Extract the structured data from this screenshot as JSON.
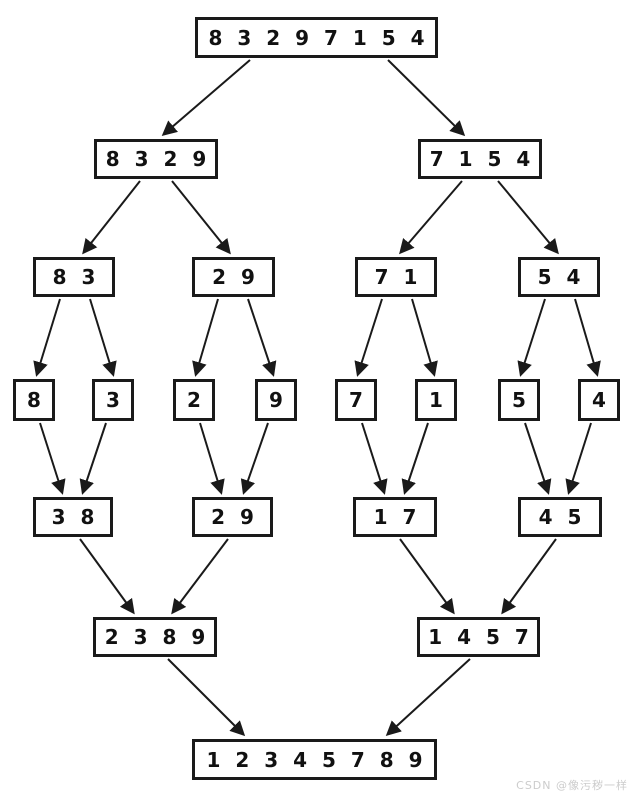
{
  "diagram": {
    "type": "merge-sort-tree",
    "nodes": [
      {
        "label": "8 3 2 9 7 1 5 4"
      },
      {
        "label": "8 3 2 9"
      },
      {
        "label": "7 1 5 4"
      },
      {
        "label": "8 3"
      },
      {
        "label": "2 9"
      },
      {
        "label": "7 1"
      },
      {
        "label": "5 4"
      },
      {
        "label": "8"
      },
      {
        "label": "3"
      },
      {
        "label": "2"
      },
      {
        "label": "9"
      },
      {
        "label": "7"
      },
      {
        "label": "1"
      },
      {
        "label": "5"
      },
      {
        "label": "4"
      },
      {
        "label": "3 8"
      },
      {
        "label": "2 9"
      },
      {
        "label": "1 7"
      },
      {
        "label": "4 5"
      },
      {
        "label": "2 3 8 9"
      },
      {
        "label": "1 4 5 7"
      },
      {
        "label": "1 2 3 4 5 7 8 9"
      }
    ],
    "edges": [
      [
        0,
        1
      ],
      [
        0,
        2
      ],
      [
        1,
        3
      ],
      [
        1,
        4
      ],
      [
        2,
        5
      ],
      [
        2,
        6
      ],
      [
        3,
        7
      ],
      [
        3,
        8
      ],
      [
        4,
        9
      ],
      [
        4,
        10
      ],
      [
        5,
        11
      ],
      [
        5,
        12
      ],
      [
        6,
        13
      ],
      [
        6,
        14
      ],
      [
        7,
        15
      ],
      [
        8,
        15
      ],
      [
        9,
        16
      ],
      [
        10,
        16
      ],
      [
        11,
        17
      ],
      [
        12,
        17
      ],
      [
        13,
        18
      ],
      [
        14,
        18
      ],
      [
        15,
        19
      ],
      [
        16,
        19
      ],
      [
        17,
        20
      ],
      [
        18,
        20
      ],
      [
        19,
        21
      ],
      [
        20,
        21
      ]
    ]
  },
  "watermark": {
    "text": "CSDN @像污秽一样"
  },
  "colors": {
    "ink": "#1a1a1a",
    "watermark": "#cccccc",
    "background": "#ffffff"
  }
}
